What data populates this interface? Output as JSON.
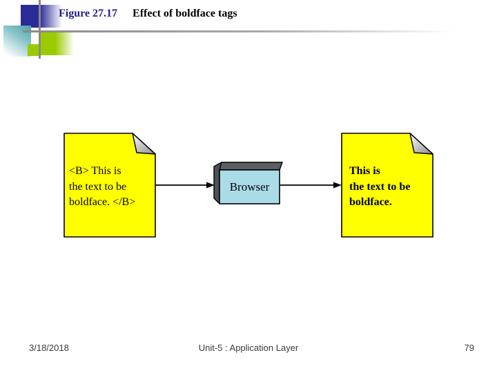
{
  "header": {
    "figure_label": "Figure 27.17",
    "caption": "Effect of boldface tags",
    "figure_label_color": "#20208F"
  },
  "diagram": {
    "source_document": {
      "text": "<B> This is\nthe text to be\nboldface. </B>"
    },
    "browser": {
      "label": "Browser"
    },
    "result_document": {
      "text": "This is\nthe text to be\nboldface."
    },
    "colors": {
      "document_fill": "#FFFF00",
      "document_stroke": "#000000",
      "browser_front": "#AADCE8",
      "browser_top": "#5B5F63",
      "browser_side": "#4E5256",
      "arrow": "#000000"
    }
  },
  "footer": {
    "date": "3/18/2018",
    "label": "Unit-5 : Application Layer",
    "page_number": "79"
  }
}
